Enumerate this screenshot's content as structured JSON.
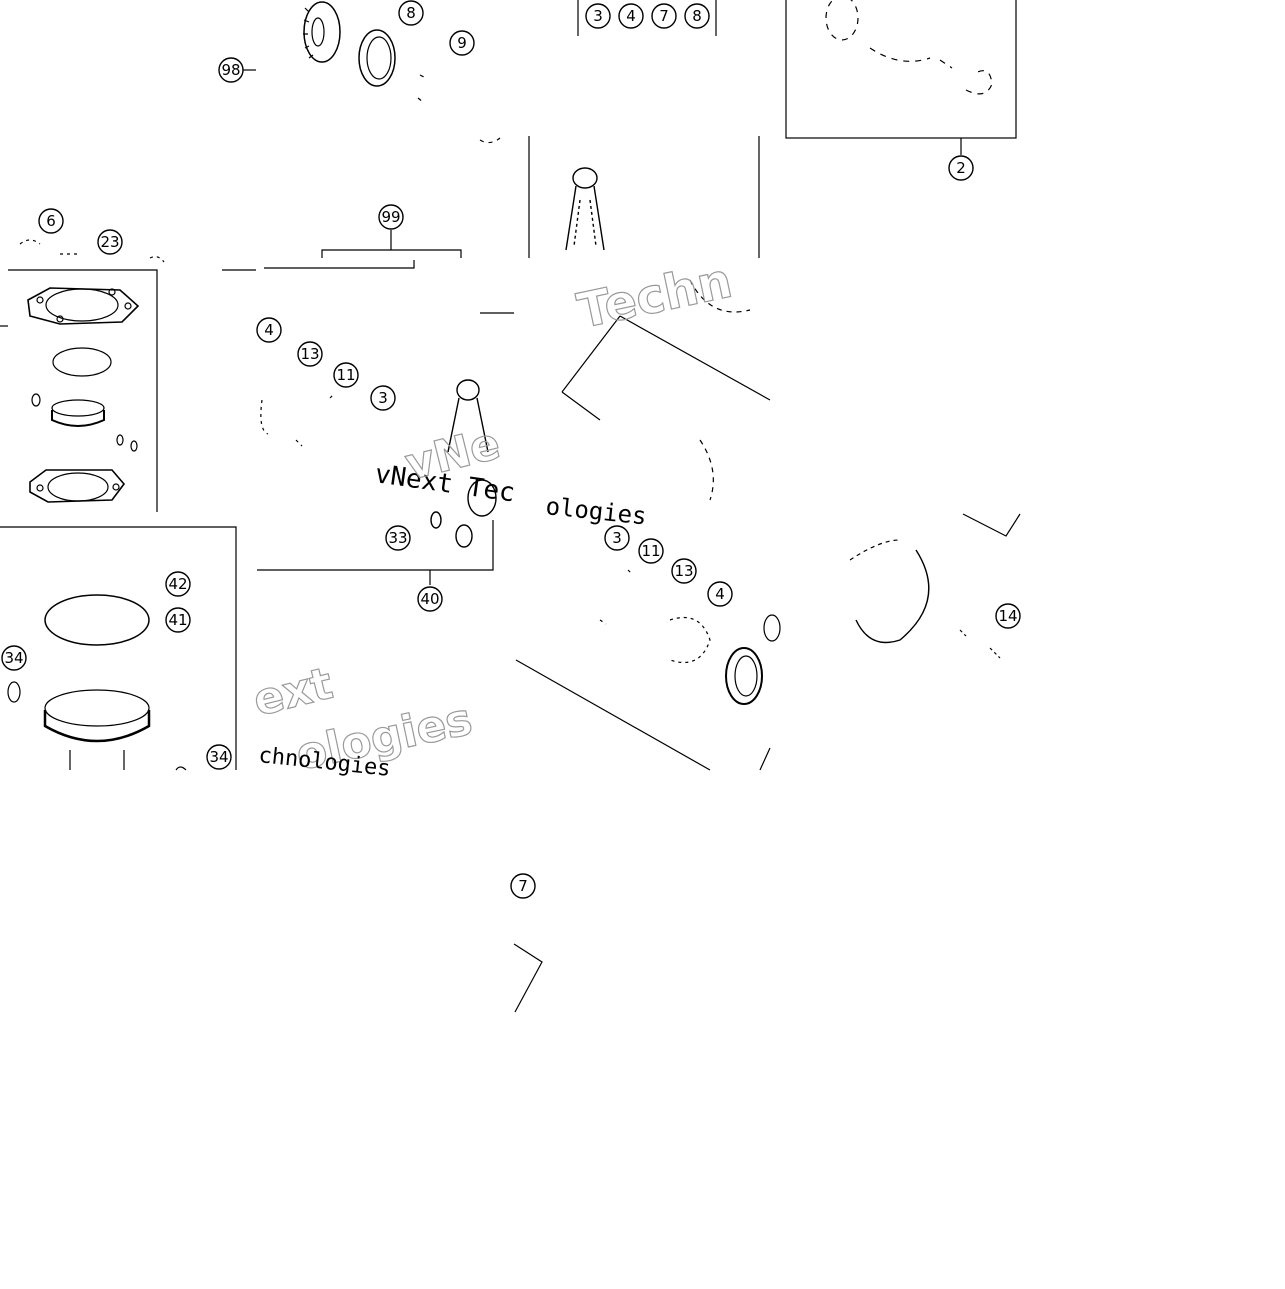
{
  "diagram": {
    "callouts": {
      "c8a": "8",
      "c9": "9",
      "c98": "98",
      "g3": "3",
      "g4": "4",
      "g7": "7",
      "g8": "8",
      "c2": "2",
      "c6": "6",
      "c23": "23",
      "c99": "99",
      "l4": "4",
      "l13": "13",
      "l11": "11",
      "l3": "3",
      "c33": "33",
      "c40": "40",
      "r3": "3",
      "r11": "11",
      "r13": "13",
      "r4": "4",
      "c14": "14",
      "c42": "42",
      "c41": "41",
      "c34a": "34",
      "c34b": "34",
      "c7b": "7"
    },
    "watermarks": {
      "w1": "Techn",
      "w2": "vNext Tec",
      "w3": "vNe",
      "w4": "ologies",
      "w5": "ext",
      "w6": "ologies",
      "w7": "chnologies"
    },
    "colors": {
      "ink": "#000000",
      "watermark": "#c9c9c9",
      "paper": "#ffffff"
    }
  }
}
